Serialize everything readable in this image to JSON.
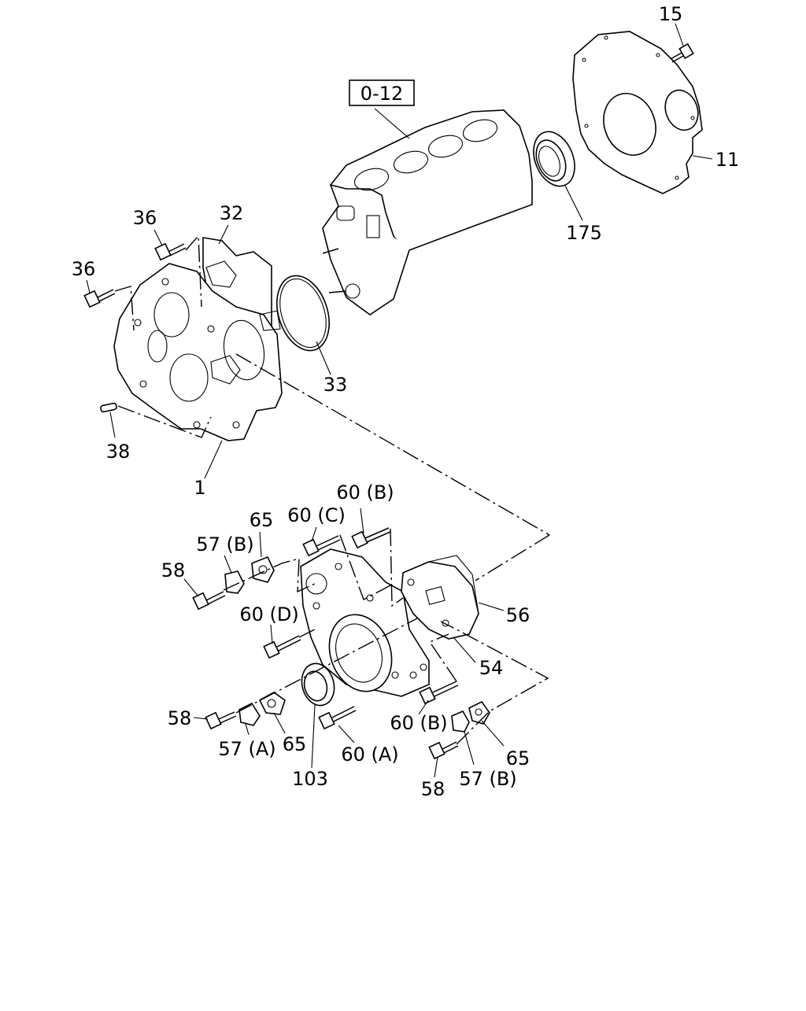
{
  "diagram": {
    "ref_box": "0-12",
    "labels": {
      "p15": "15",
      "p11": "11",
      "p175": "175",
      "p36a": "36",
      "p32": "32",
      "p36b": "36",
      "p33": "33",
      "p38": "38",
      "p1": "1",
      "p65a": "65",
      "p60c": "60 (C)",
      "p60b_top": "60 (B)",
      "p57b_top": "57 (B)",
      "p58a": "58",
      "p60d": "60 (D)",
      "p56": "56",
      "p54": "54",
      "p58b": "58",
      "p65b": "65",
      "p57a": "57 (A)",
      "p103": "103",
      "p60a": "60 (A)",
      "p60b_bot": "60 (B)",
      "p65c": "65",
      "p58c": "58",
      "p57b_bot": "57 (B)"
    }
  }
}
